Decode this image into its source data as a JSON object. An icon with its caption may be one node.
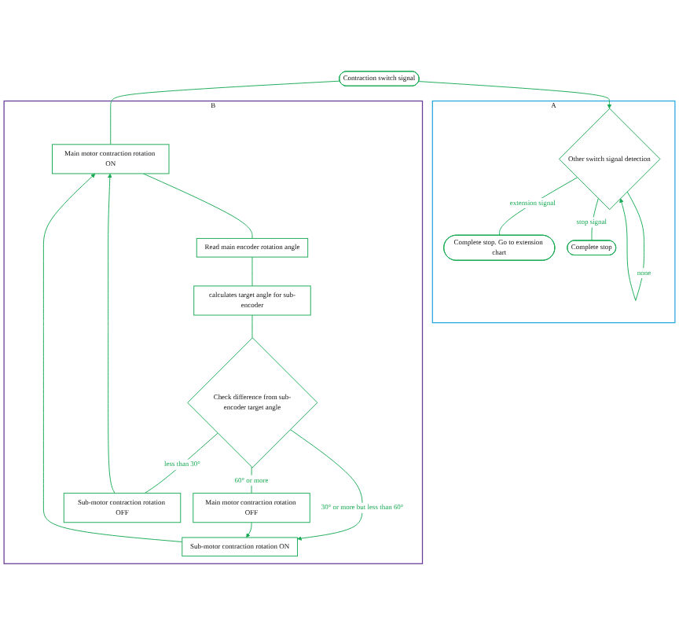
{
  "diagram": {
    "nodes": [
      {
        "text": [
          "Contraction switch signal"
        ]
      },
      {
        "text": [
          "A"
        ]
      },
      {
        "text": [
          "Other switch signal detection"
        ],
        "in": 1
      },
      {
        "text": [
          "Complete stop. Go to extension chart"
        ],
        "in": 1
      },
      {
        "text": [
          "Complete stop"
        ],
        "in": 1
      },
      {
        "text": [
          "B"
        ]
      },
      {
        "text": [
          "Main motor contraction rotation ON"
        ],
        "in": 5
      },
      {
        "text": [
          "Read main encoder rotation angle"
        ],
        "in": 5
      },
      {
        "text": [
          "calculates target angle for sub-encoder"
        ],
        "in": 5
      },
      {
        "text": [
          "Check difference from sub-encoder target angle"
        ],
        "in": 5
      },
      {
        "text": [
          "Main motor contraction rotation OFF"
        ],
        "in": 5
      },
      {
        "text": [
          "Sub-motor contraction rotation OFF"
        ],
        "in": 5
      },
      {
        "text": [
          "Sub-motor contraction rotation ON"
        ],
        "in": 5
      }
    ],
    "edges": [
      {
        "from": 0,
        "to": 2,
        "arrow": "to"
      },
      {
        "from": 0,
        "to": 6,
        "arrow": "none"
      },
      {
        "from": 2,
        "to": 2,
        "label": "none",
        "arrow": "to"
      },
      {
        "from": 2,
        "to": 3,
        "label": "extension signal",
        "arrow": "none"
      },
      {
        "from": 2,
        "to": 4,
        "label": "stop signal",
        "arrow": "none"
      },
      {
        "from": 6,
        "to": 7,
        "arrow": "none"
      },
      {
        "from": 7,
        "to": 8,
        "arrow": "none"
      },
      {
        "from": 8,
        "to": 9,
        "arrow": "none"
      },
      {
        "from": 9,
        "to": 10,
        "label": "60° or more",
        "arrow": "none"
      },
      {
        "from": 9,
        "to": 12,
        "label": "30° or more but less than 60°",
        "arrow": "to"
      },
      {
        "from": 9,
        "to": 11,
        "label": "less than 30°",
        "arrow": "none"
      },
      {
        "from": 10,
        "to": 12,
        "arrow": "to"
      },
      {
        "from": 11,
        "to": 6,
        "arrow": "to"
      },
      {
        "from": 12,
        "to": 6,
        "arrow": "to"
      }
    ]
  }
}
